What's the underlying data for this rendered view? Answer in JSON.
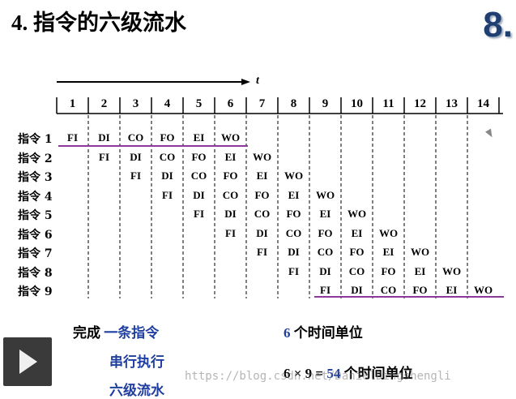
{
  "slide": {
    "title": "4.  指令的六级流水",
    "number": "8."
  },
  "time_axis": {
    "label": "t",
    "cycles": [
      "1",
      "2",
      "3",
      "4",
      "5",
      "6",
      "7",
      "8",
      "9",
      "10",
      "11",
      "12",
      "13",
      "14"
    ]
  },
  "instructions": [
    {
      "label": "指令 1",
      "start": 1
    },
    {
      "label": "指令 2",
      "start": 2
    },
    {
      "label": "指令 3",
      "start": 3
    },
    {
      "label": "指令 4",
      "start": 4
    },
    {
      "label": "指令 5",
      "start": 5
    },
    {
      "label": "指令 6",
      "start": 6
    },
    {
      "label": "指令 7",
      "start": 7
    },
    {
      "label": "指令 8",
      "start": 8
    },
    {
      "label": "指令 9",
      "start": 9
    }
  ],
  "stages": [
    "FI",
    "DI",
    "CO",
    "FO",
    "EI",
    "WO"
  ],
  "notes": {
    "complete_prefix": "完成",
    "one_instruction": "一条指令",
    "serial": "串行执行",
    "six_stage": "六级流水",
    "six": "6",
    "time_units_1": "个时间单位",
    "serial_expr_a": "6 × 9 =",
    "serial_result": "54",
    "time_units_2": "个时间单位"
  },
  "watermark": "https://blog.csdn.net/DanielDingshengli",
  "colors": {
    "highlight_line": "#8b3a9a",
    "emphasis_blue": "#1f3fa0"
  }
}
